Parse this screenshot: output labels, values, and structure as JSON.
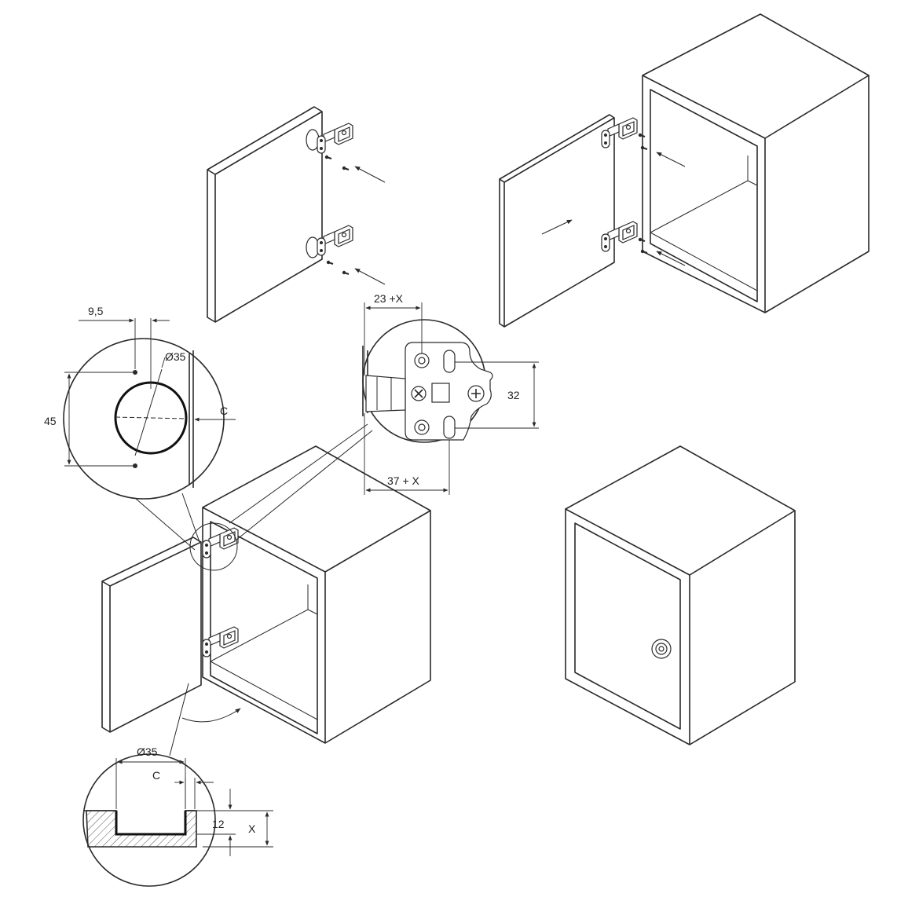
{
  "labels": {
    "top_distance": "9,5",
    "cup_diameter_top": "Ø35",
    "vertical_spacing": "45",
    "edge_c_top": "C",
    "plate_offset_a": "23 +X",
    "plate_offset_b": "37 + X",
    "plate_hole_spacing": "32",
    "cup_diameter_bottom": "Ø35",
    "edge_c_bottom": "C",
    "cup_depth": "12",
    "door_thickness": "X"
  }
}
